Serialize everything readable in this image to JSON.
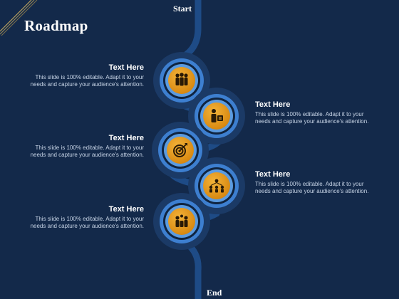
{
  "slide": {
    "title": "Roadmap",
    "start_label": "Start",
    "end_label": "End",
    "steps": [
      {
        "heading": "Text Here",
        "body": "This slide is 100% editable. Adapt it to your needs and capture your audience's attention.",
        "side": "left",
        "icon": "team-icon"
      },
      {
        "heading": "Text Here",
        "body": "This slide is 100% editable. Adapt it to your needs and capture your audience's attention.",
        "side": "right",
        "icon": "presenter-icon"
      },
      {
        "heading": "Text Here",
        "body": "This slide is 100% editable. Adapt it to your needs and capture your audience's attention.",
        "side": "left",
        "icon": "target-icon"
      },
      {
        "heading": "Text Here",
        "body": "This slide is 100% editable. Adapt it to your needs and capture your audience's attention.",
        "side": "right",
        "icon": "network-icon"
      },
      {
        "heading": "Text Here",
        "body": "This slide is 100% editable. Adapt it to your needs and capture your audience's attention.",
        "side": "left",
        "icon": "group-icon"
      }
    ]
  },
  "colors": {
    "background": "#13294a",
    "road": "#1e4b86",
    "ring": "#3d7fd0",
    "accent": "#f2b33a"
  }
}
